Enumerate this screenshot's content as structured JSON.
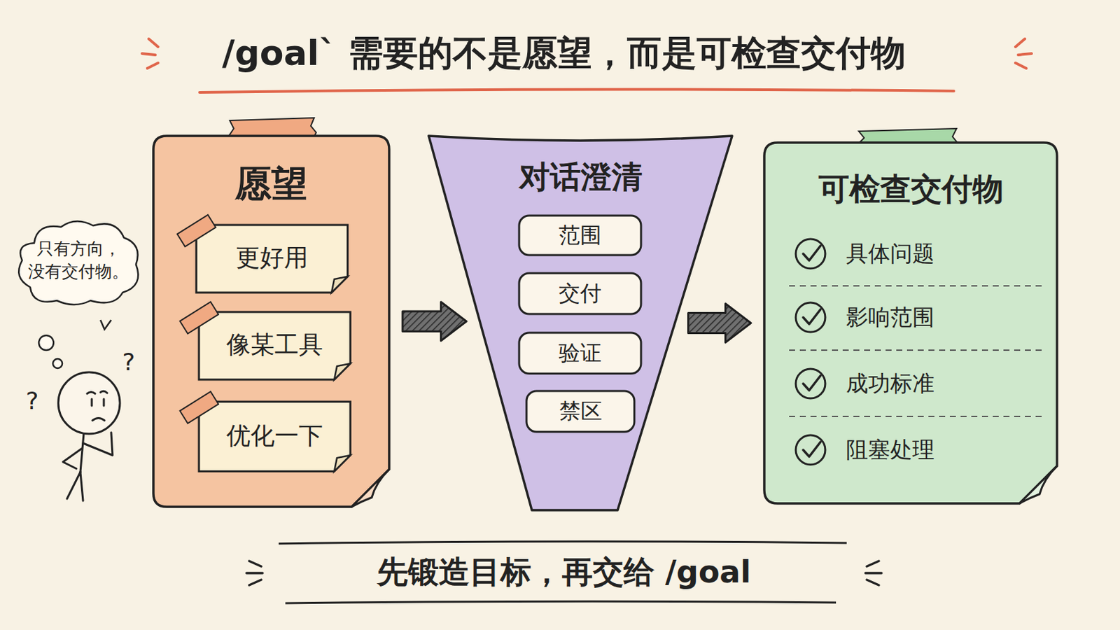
{
  "diagram": {
    "title": "/goal` 需要的不是愿望，而是可检查交付物",
    "caption": "先锻造目标，再交给 /goal",
    "nodes": [
      {
        "text": [
          "愿望"
        ]
      },
      {
        "text": [
          "更好用"
        ],
        "in": 0
      },
      {
        "text": [
          "像某工具"
        ],
        "in": 0
      },
      {
        "text": [
          "优化一下"
        ],
        "in": 0
      },
      {
        "text": [
          "对话澄清"
        ]
      },
      {
        "text": [
          "范围"
        ],
        "in": 4
      },
      {
        "text": [
          "交付"
        ],
        "in": 4
      },
      {
        "text": [
          "验证"
        ],
        "in": 4
      },
      {
        "text": [
          "禁区"
        ],
        "in": 4
      },
      {
        "text": [
          "可检查交付物",
          "具体问题",
          "影响范围",
          "成功标准",
          "阻塞处理"
        ]
      },
      {
        "text": [
          "只有方向， 没有交付物。"
        ]
      }
    ],
    "edges": [
      {
        "from": 0,
        "to": 4,
        "arrow": "to"
      },
      {
        "from": 4,
        "to": 9,
        "arrow": "to"
      }
    ],
    "labels": [
      "?",
      "?"
    ]
  }
}
